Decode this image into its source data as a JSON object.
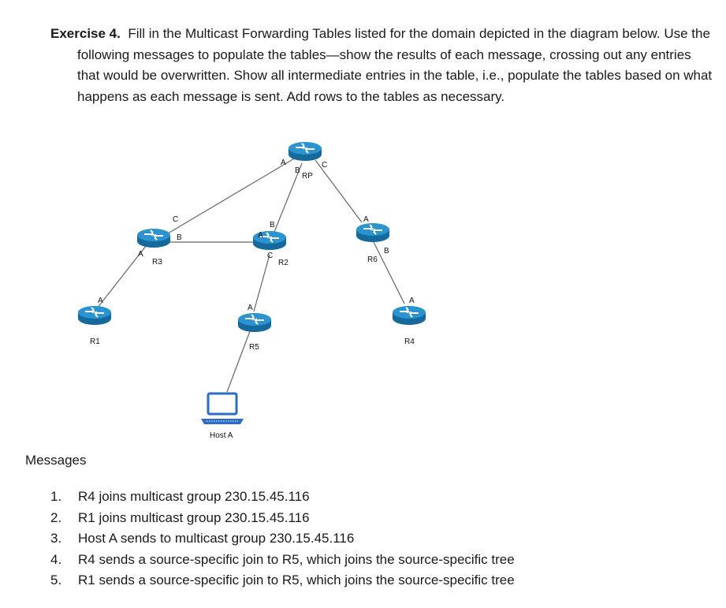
{
  "exercise": {
    "title": "Exercise 4.",
    "text": "Fill in the Multicast Forwarding Tables listed for the domain depicted in the diagram below. Use the following messages to populate the tables—show the results of each message, crossing out any entries that would be overwritten. Show all intermediate entries in the table, i.e., populate the tables based on what happens as each message is sent. Add rows to the tables as necessary."
  },
  "diagram": {
    "routers": {
      "r1": "R1",
      "r2": "R2",
      "r3": "R3",
      "r4": "R4",
      "r5": "R5",
      "r6": "R6"
    },
    "rp_label": "RP",
    "host_label": "Host A",
    "interfaces": {
      "a": "A",
      "b": "B",
      "c": "C"
    },
    "colors": {
      "router": "#1f7bb5",
      "router_top": "#2b93cf",
      "host": "#2b6cc4"
    }
  },
  "messages": {
    "heading": "Messages",
    "items": [
      {
        "num": "1.",
        "text": "R4 joins multicast group 230.15.45.116"
      },
      {
        "num": "2.",
        "text": "R1 joins multicast group 230.15.45.116"
      },
      {
        "num": "3.",
        "text": "Host A sends to multicast group 230.15.45.116"
      },
      {
        "num": "4.",
        "text": "R4 sends a source-specific join to R5, which joins the source-specific tree"
      },
      {
        "num": "5.",
        "text": "R1 sends a source-specific join to R5, which joins the source-specific tree"
      }
    ]
  }
}
